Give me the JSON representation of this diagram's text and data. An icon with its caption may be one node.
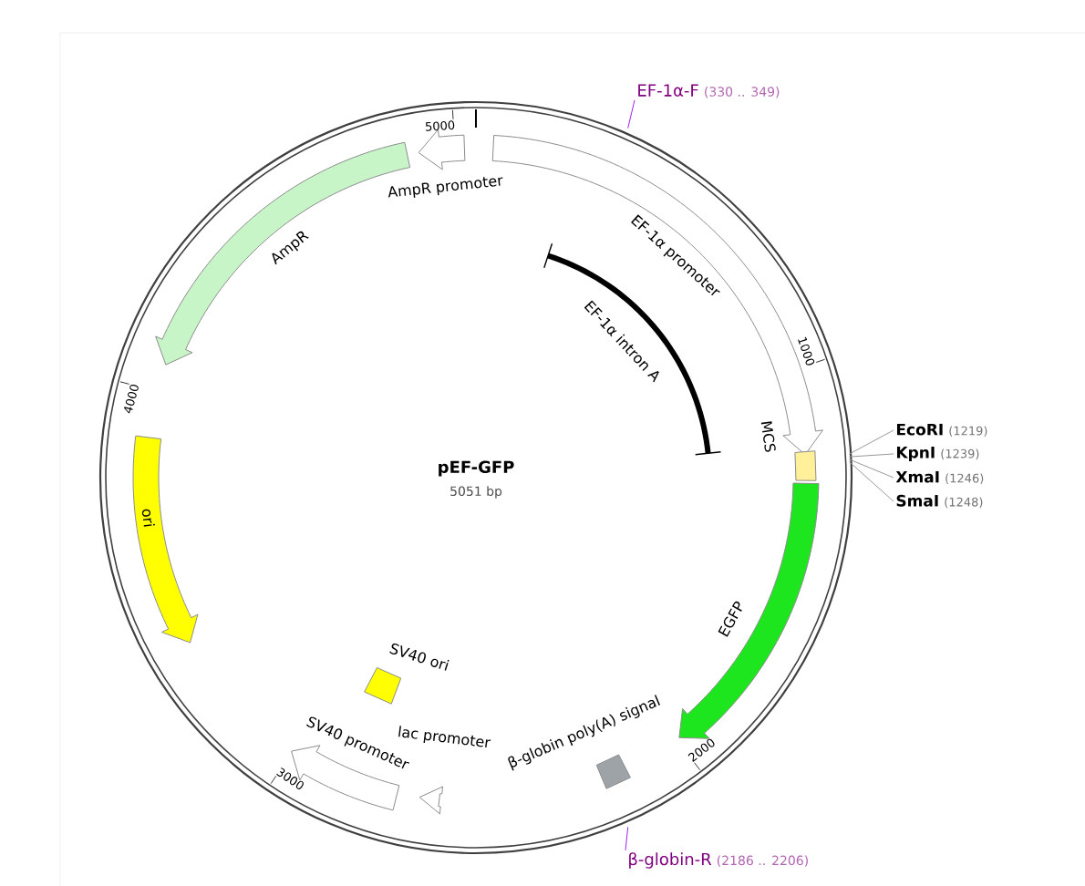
{
  "diagram": {
    "title": "pEF-GFP",
    "nodes": [
      {
        "text": [
          "EF-1α-F",
          "(330 .. 349)"
        ]
      },
      {
        "text": [
          "AmpR promoter"
        ]
      },
      {
        "text": [
          "EF-1α promoter"
        ]
      },
      {
        "text": [
          "AmpR"
        ]
      },
      {
        "text": [
          "EF-1α intron A"
        ]
      },
      {
        "text": [
          "MCS"
        ]
      },
      {
        "text": [
          "EcoRI",
          "(1219)"
        ]
      },
      {
        "text": [
          "KpnI",
          "(1239)"
        ]
      },
      {
        "text": [
          "XmaI",
          "(1246)"
        ]
      },
      {
        "text": [
          "SmaI",
          "(1248)"
        ]
      },
      {
        "text": [
          "ori"
        ]
      },
      {
        "text": [
          "EGFP"
        ]
      },
      {
        "text": [
          "SV40 ori"
        ]
      },
      {
        "text": [
          "SV40 promoter"
        ]
      },
      {
        "text": [
          "lac promoter"
        ]
      },
      {
        "text": [
          "β-globin poly(A) signal"
        ]
      },
      {
        "text": [
          "β-globin-R",
          "(2186 .. 2206)"
        ]
      }
    ],
    "edges": [
      {
        "from": 0,
        "to": null,
        "arrow": "none",
        "color": "#a020f0"
      },
      {
        "from": 6,
        "to": null,
        "arrow": "none"
      },
      {
        "from": 7,
        "to": null,
        "arrow": "none"
      },
      {
        "from": 8,
        "to": null,
        "arrow": "none"
      },
      {
        "from": 9,
        "to": null,
        "arrow": "none"
      },
      {
        "from": 16,
        "to": null,
        "arrow": "none",
        "color": "#a020f0"
      }
    ],
    "labels": [
      "5051 bp",
      "5000",
      "1000",
      "2000",
      "3000",
      "4000"
    ]
  }
}
